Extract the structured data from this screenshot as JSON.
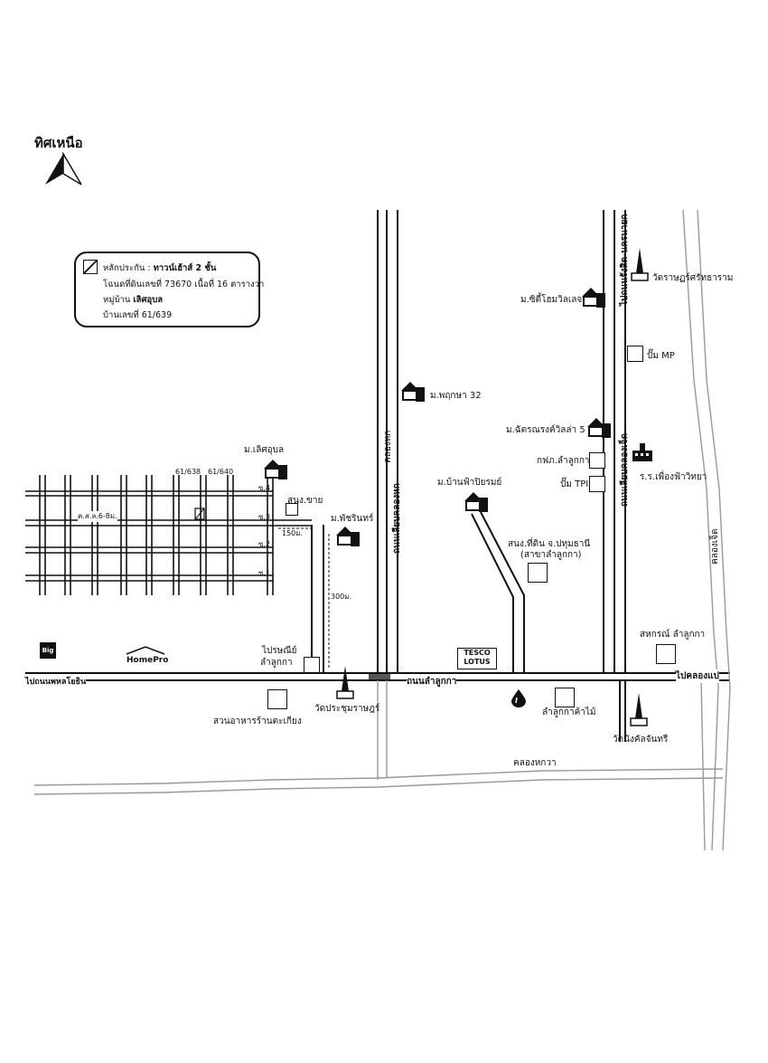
{
  "north": {
    "title": "ทิศเหนือ",
    "arrow_icon": "north-arrow-icon"
  },
  "legend": {
    "collateral_label": "หลักประกัน :",
    "collateral_value": "ทาวน์เฮ้าส์  2 ชั้น",
    "deed_text": "โฉนดที่ดินเลขที่ 73670 เนื้อที่ 16 ตารางวา",
    "village_label": "หมู่บ้าน",
    "village_value": "เลิศอุบล",
    "house_no_text": "บ้านเลขที่ 61/639"
  },
  "roads": {
    "main_road_center": "ถนนลำลูกกา",
    "main_road_left": "ไปถนนพหลโยธิน",
    "main_road_right": "ไปคลองแป",
    "road_vertical_mid": "ถนนเลียบคลองหก",
    "road_vertical_right": "ถนนเลียบคลองเจ็ด",
    "road_vertical_right_upper": "ไปถนนรังสิต-นครนายก"
  },
  "canals": {
    "canal_6": "คลองหก",
    "canal_7": "คลองเจ็ด",
    "canal_5": "คลองหกวา"
  },
  "places": {
    "wat_ratsattharam": "วัดราษฏร์ศรัทธาราม",
    "m_city_home_village": "ม.ซิตี้โฮมวิลเลจ",
    "pump_mp": "ปั๊ม MP",
    "m_pruksa": "ม.พฤกษา 32",
    "m_chatsarong": "ม.ฉัตรณรงค์วิลล่า 5",
    "pea": "กฟภ.ลำลูกกา",
    "pump_tpi": "ปั๊ม TPI",
    "school": "ร.ร.เพื่องฟ้าวิทยา",
    "m_ban_fah": "ม.บ้านฟ้าปิยรมย์",
    "land_office": "สนง.ที่ดิน จ.ปทุมธานี",
    "land_office_branch": "(สาขาลำลูกกา)",
    "m_lertubon": "ม.เลิศอุบล",
    "sales_office": "สนง.ขาย",
    "m_patcharin": "ม.พัชรินทร์",
    "post_office_1": "ไปรษณีย์",
    "post_office_2": "ลำลูกกา",
    "wat_prachum": "วัดประชุมราษฎร์",
    "restaurant": "สวนอาหารร้านตะเกียง",
    "market": "ลำลูกกาค้าไม้",
    "cooperative": "สหกรณ์ ลำลูกกา",
    "wat_nangkhan": "วัดนังคัลจันทรี",
    "bigc": "Big C",
    "homepro": "HomePro",
    "tesco_1": "TESCO",
    "tesco_2": "LOTUS"
  },
  "estate": {
    "plot_a": "61/638",
    "plot_b": "61/640",
    "soi_4": "ซ.4",
    "soi_3": "ซ.3",
    "soi_2": "ซ.2",
    "soi_1": "ซ.1",
    "road_width": "ค.ส.ล.6-8ม.",
    "dist_150": "150ม.",
    "dist_300": "300ม."
  },
  "colors": {
    "ink": "#111111",
    "canal": "#999999",
    "paper": "#ffffff"
  }
}
